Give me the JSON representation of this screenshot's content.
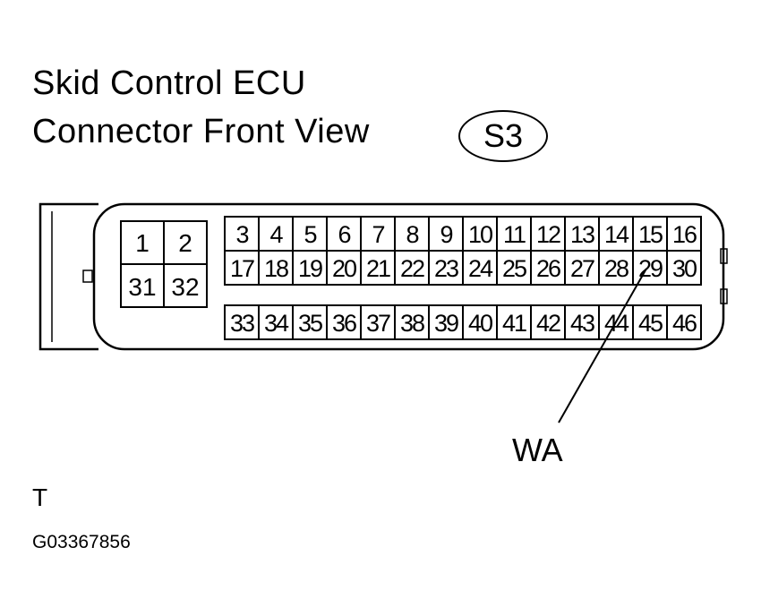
{
  "title": {
    "line1": "Skid Control ECU",
    "line2": "Connector Front View"
  },
  "connector_id": "S3",
  "power_pins": {
    "top": [
      "1",
      "2"
    ],
    "bottom": [
      "31",
      "32"
    ]
  },
  "signal_pins": {
    "row1": [
      "3",
      "4",
      "5",
      "6",
      "7",
      "8",
      "9",
      "10",
      "11",
      "12",
      "13",
      "14",
      "15",
      "16"
    ],
    "row2": [
      "17",
      "18",
      "19",
      "20",
      "21",
      "22",
      "23",
      "24",
      "25",
      "26",
      "27",
      "28",
      "29",
      "30"
    ],
    "row3": [
      "33",
      "34",
      "35",
      "36",
      "37",
      "38",
      "39",
      "40",
      "41",
      "42",
      "43",
      "44",
      "45",
      "46"
    ]
  },
  "callout": {
    "pin": "29",
    "label": "WA"
  },
  "footer": {
    "code": "T",
    "figure_id": "G03367856"
  }
}
